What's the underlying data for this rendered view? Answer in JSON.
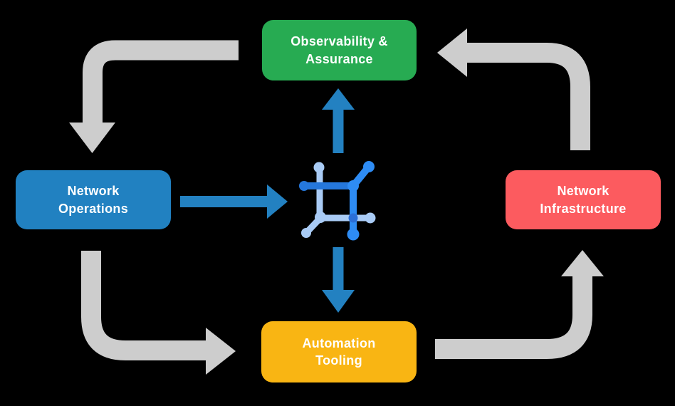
{
  "diagram": {
    "description_nodes": "cyclic network automation flow diagram",
    "nodes": {
      "observability_assurance": {
        "lines": [
          "Observability &",
          "Assurance"
        ],
        "color": "#27AB52"
      },
      "network_operations": {
        "lines": [
          "Network",
          "Operations"
        ],
        "color": "#2181C1"
      },
      "network_infrastructure": {
        "lines": [
          "Network",
          "Infrastructure"
        ],
        "color": "#FC5B5F"
      },
      "automation_tooling": {
        "lines": [
          "Automation",
          "Tooling"
        ],
        "color": "#F9B513"
      }
    },
    "center_icon": {
      "name": "automation-hub-network-icon"
    },
    "colors": {
      "background": "#000000",
      "text": "#FFFFFF",
      "gray_arrow": "#CDCDCD",
      "blue_arrow": "#2381C1",
      "icon_vivid": "#2E8CF4",
      "icon_medium": "#2577DB",
      "icon_light": "#A9CBF5",
      "icon_dark_node": "#2B6FD8"
    }
  }
}
